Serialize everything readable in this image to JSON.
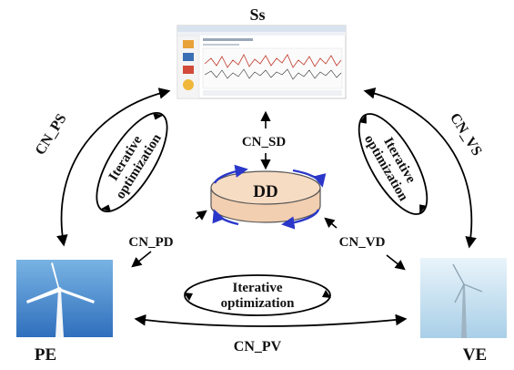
{
  "diagram": {
    "nodes": {
      "ss": "Ss",
      "dd": "DD",
      "pe": "PE",
      "ve": "VE"
    },
    "connections": {
      "ps": "CN_PS",
      "vs": "CN_VS",
      "sd": "CN_SD",
      "pd": "CN_PD",
      "vd": "CN_VD",
      "pv": "CN_PV"
    },
    "loops": {
      "left": [
        "Iterative",
        "optimization"
      ],
      "right": [
        "Iterative",
        "optimization"
      ],
      "bottom": [
        "Iterative",
        "optimization"
      ]
    },
    "colors": {
      "dd_fill": "#f7dcc4",
      "dd_arrow": "#2a37c9",
      "sky_top": "#6aa6dd",
      "sky_bottom": "#3f7fc8",
      "ve_sky": "#cfe6f3"
    }
  }
}
